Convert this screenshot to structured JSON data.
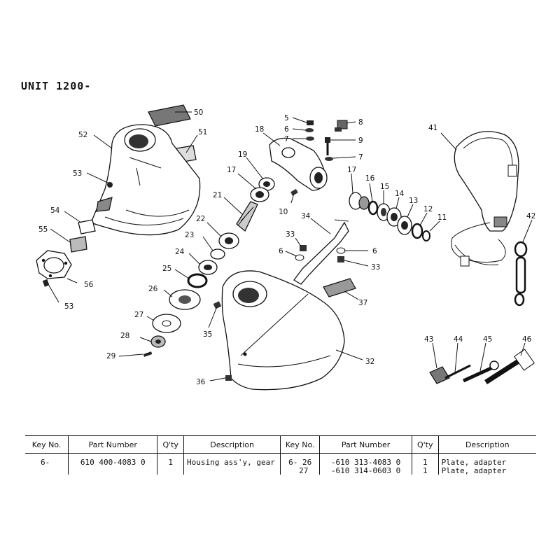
{
  "header": {
    "partial_title": "UNIT 1200-0"
  },
  "callouts": {
    "c50": "50",
    "c51": "51",
    "c52": "52",
    "c53a": "53",
    "c54": "54",
    "c55": "55",
    "c56": "56",
    "c53b": "53",
    "c5": "5",
    "c6a": "6",
    "c7a": "7",
    "c8": "8",
    "c9": "9",
    "c7b": "7",
    "c18": "18",
    "c19": "19",
    "c17a": "17",
    "c17b": "17",
    "c16": "16",
    "c15": "15",
    "c14": "14",
    "c13": "13",
    "c12": "12",
    "c11": "11",
    "c10": "10",
    "c21": "21",
    "c22": "22",
    "c23": "23",
    "c24": "24",
    "c25": "25",
    "c26": "26",
    "c27": "27",
    "c28": "28",
    "c29": "29",
    "c34": "34",
    "c33a": "33",
    "c6b": "6",
    "c6c": "6",
    "c33b": "33",
    "c37": "37",
    "c35": "35",
    "c32": "32",
    "c36": "36",
    "c41": "41",
    "c42": "42",
    "c43": "43",
    "c44": "44",
    "c45": "45",
    "c46": "46"
  },
  "table": {
    "headers": [
      "Key No.",
      "Part Number",
      "Q'ty",
      "Description",
      "Key No.",
      "Part Number",
      "Q'ty",
      "Description"
    ],
    "rows": [
      {
        "key_left": "6-",
        "part_left": "610 400-4083 0",
        "qty_left": "1",
        "desc_left": "Housing ass'y, gear",
        "key_right": "6- 26",
        "part_right": "-610 313-4083 0",
        "qty_right": "1",
        "desc_right": "Plate, adapter"
      },
      {
        "key_left": "",
        "part_left": "",
        "qty_left": "",
        "desc_left": "",
        "key_right": "27",
        "part_right": "-610 314-0603 0",
        "qty_right": "1",
        "desc_right": "Plate, adapter"
      }
    ]
  }
}
